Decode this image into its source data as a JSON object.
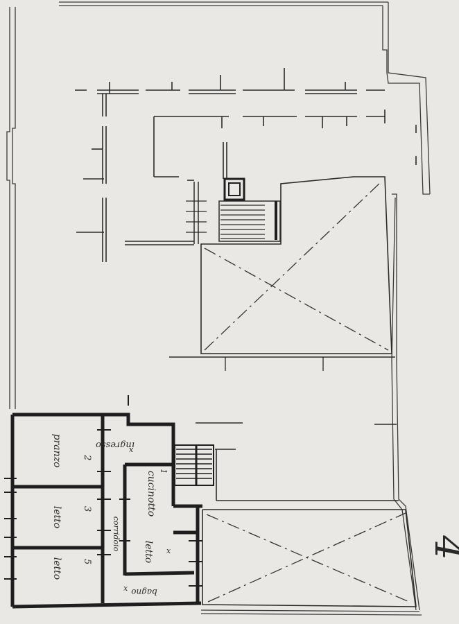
{
  "rooms": {
    "ingresso": "ingresso",
    "ingresso_mark": "x",
    "pranzo": "pranzo",
    "pranzo_num": "2",
    "cucinotto": "cucinotto",
    "cucinotto_num": "1",
    "corridoio": "corridoio",
    "letto_a": "letto",
    "letto_a_num": "3",
    "letto_b": "letto",
    "letto_b_num": "5",
    "letto_c": "letto",
    "letto_c_mark": "x",
    "bagno": "bagno",
    "bagno_mark": "x"
  },
  "sheet_number": "4",
  "colors": {
    "paper": "#e9e8e4",
    "ink": "#2a2a2a",
    "wall": "#1e1e1e"
  }
}
